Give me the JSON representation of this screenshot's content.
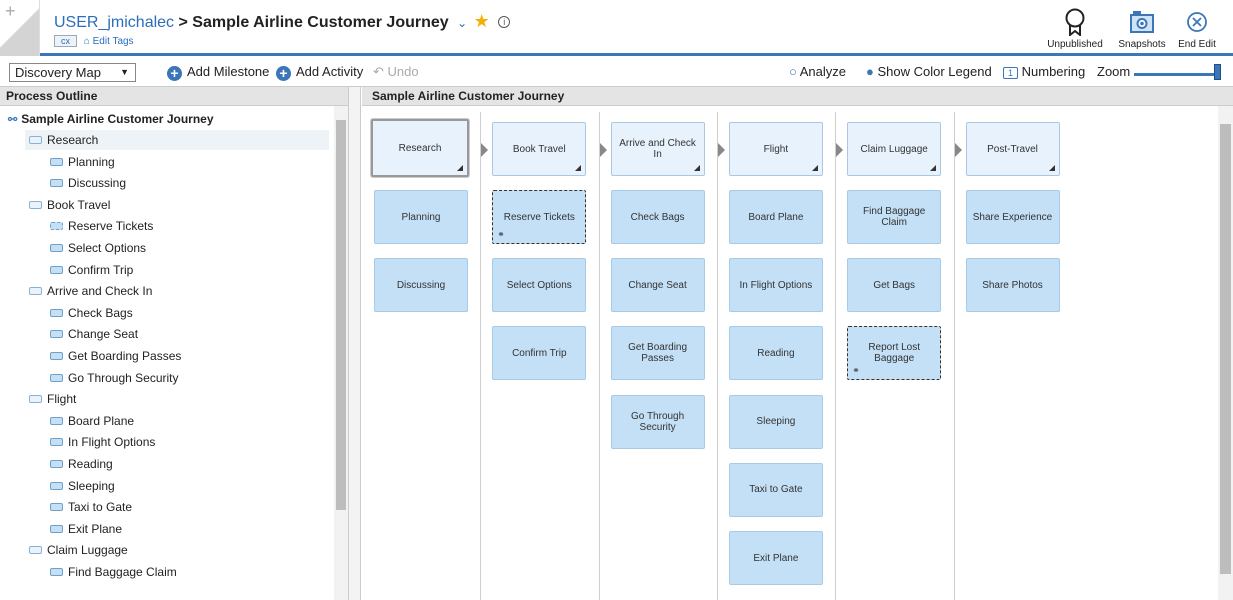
{
  "header": {
    "user": "USER_jmichalec",
    "sep": ">",
    "title": "Sample Airline Customer Journey",
    "tag": "cx",
    "edit_tags": "Edit Tags",
    "buttons": [
      {
        "label": "Unpublished"
      },
      {
        "label": "Snapshots"
      },
      {
        "label": "End Edit"
      }
    ]
  },
  "toolbar": {
    "map_select": "Discovery Map",
    "add_milestone": "Add Milestone",
    "add_activity": "Add Activity",
    "undo": "Undo",
    "analyze": "Analyze",
    "show_color_legend": "Show Color Legend",
    "numbering": "Numbering",
    "zoom": "Zoom",
    "zoom_level": 1.0
  },
  "outline": {
    "header": "Process Outline",
    "root": "Sample Airline Customer Journey",
    "items": [
      {
        "label": "Research",
        "level": 1,
        "selected": true
      },
      {
        "label": "Planning",
        "level": 2
      },
      {
        "label": "Discussing",
        "level": 2
      },
      {
        "label": "Book Travel",
        "level": 1
      },
      {
        "label": "Reserve Tickets",
        "level": 2,
        "dashed": true
      },
      {
        "label": "Select Options",
        "level": 2
      },
      {
        "label": "Confirm Trip",
        "level": 2
      },
      {
        "label": "Arrive and Check In",
        "level": 1
      },
      {
        "label": "Check Bags",
        "level": 2
      },
      {
        "label": "Change Seat",
        "level": 2
      },
      {
        "label": "Get Boarding Passes",
        "level": 2
      },
      {
        "label": "Go Through Security",
        "level": 2
      },
      {
        "label": "Flight",
        "level": 1
      },
      {
        "label": "Board Plane",
        "level": 2
      },
      {
        "label": "In Flight Options",
        "level": 2
      },
      {
        "label": "Reading",
        "level": 2
      },
      {
        "label": "Sleeping",
        "level": 2
      },
      {
        "label": "Taxi to Gate",
        "level": 2
      },
      {
        "label": "Exit Plane",
        "level": 2
      },
      {
        "label": "Claim Luggage",
        "level": 1
      },
      {
        "label": "Find Baggage Claim",
        "level": 2
      }
    ]
  },
  "map": {
    "header": "Sample Airline Customer Journey",
    "columns": [
      {
        "milestone": "Research",
        "activities": [
          {
            "label": "Planning"
          },
          {
            "label": "Discussing"
          }
        ]
      },
      {
        "milestone": "Book Travel",
        "activities": [
          {
            "label": "Reserve Tickets",
            "linked": true
          },
          {
            "label": "Select Options"
          },
          {
            "label": "Confirm Trip"
          }
        ]
      },
      {
        "milestone": "Arrive and Check In",
        "activities": [
          {
            "label": "Check Bags"
          },
          {
            "label": "Change Seat"
          },
          {
            "label": "Get Boarding Passes"
          },
          {
            "label": "Go Through Security"
          }
        ]
      },
      {
        "milestone": "Flight",
        "activities": [
          {
            "label": "Board Plane"
          },
          {
            "label": "In Flight Options"
          },
          {
            "label": "Reading"
          },
          {
            "label": "Sleeping"
          },
          {
            "label": "Taxi to Gate"
          },
          {
            "label": "Exit Plane"
          }
        ]
      },
      {
        "milestone": "Claim Luggage",
        "activities": [
          {
            "label": "Find Baggage Claim"
          },
          {
            "label": "Get Bags"
          },
          {
            "label": "Report Lost Baggage",
            "linked": true
          }
        ]
      },
      {
        "milestone": "Post-Travel",
        "activities": [
          {
            "label": "Share Experience"
          },
          {
            "label": "Share Photos"
          }
        ]
      }
    ]
  },
  "colors": {
    "accent": "#3a76b8",
    "activity_fill": "#c3e0f6",
    "milestone_fill": "#e7f2fc",
    "star": "#f2b100"
  }
}
